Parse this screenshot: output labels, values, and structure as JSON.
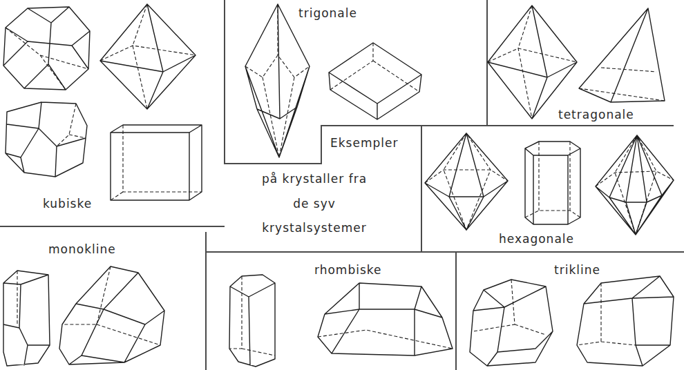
{
  "diagram": {
    "title": "Eksempler på krystaller fra de syv krystalsystemer",
    "labels": [
      "trigonale",
      "tetragonale",
      "kubiske",
      "hexagonale",
      "monokline",
      "rhombiske",
      "trikline"
    ]
  }
}
